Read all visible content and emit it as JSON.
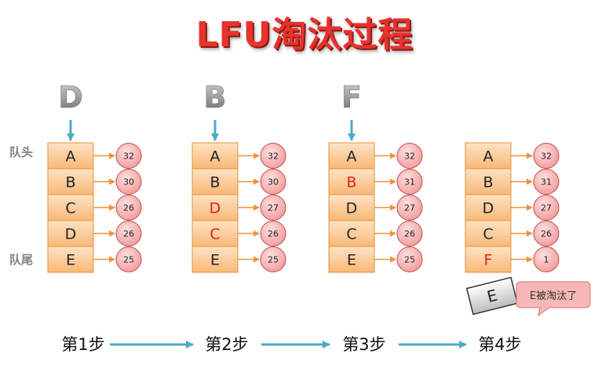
{
  "title": "LFU淘汰过程",
  "queue_head_label": "队头",
  "queue_tail_label": "队尾",
  "columns": [
    {
      "incoming": "D",
      "items": [
        {
          "key": "A",
          "count": "32",
          "highlight": false
        },
        {
          "key": "B",
          "count": "30",
          "highlight": false
        },
        {
          "key": "C",
          "count": "26",
          "highlight": false
        },
        {
          "key": "D",
          "count": "26",
          "highlight": false
        },
        {
          "key": "E",
          "count": "25",
          "highlight": false
        }
      ]
    },
    {
      "incoming": "B",
      "items": [
        {
          "key": "A",
          "count": "32",
          "highlight": false
        },
        {
          "key": "B",
          "count": "30",
          "highlight": false
        },
        {
          "key": "D",
          "count": "27",
          "highlight": true
        },
        {
          "key": "C",
          "count": "26",
          "highlight": true
        },
        {
          "key": "E",
          "count": "25",
          "highlight": false
        }
      ]
    },
    {
      "incoming": "F",
      "items": [
        {
          "key": "A",
          "count": "32",
          "highlight": false
        },
        {
          "key": "B",
          "count": "31",
          "highlight": true
        },
        {
          "key": "D",
          "count": "27",
          "highlight": false
        },
        {
          "key": "C",
          "count": "26",
          "highlight": false
        },
        {
          "key": "E",
          "count": "25",
          "highlight": false
        }
      ]
    },
    {
      "incoming": "",
      "items": [
        {
          "key": "A",
          "count": "32",
          "highlight": false
        },
        {
          "key": "B",
          "count": "31",
          "highlight": false
        },
        {
          "key": "D",
          "count": "27",
          "highlight": false
        },
        {
          "key": "C",
          "count": "26",
          "highlight": false
        },
        {
          "key": "F",
          "count": "1",
          "highlight": true
        }
      ]
    }
  ],
  "evicted_key": "E",
  "evicted_note": "E被淘汰了",
  "steps": [
    "第1步",
    "第2步",
    "第3步",
    "第4步"
  ],
  "colors": {
    "title": "#e8322c",
    "cell_fill": "#fbc78e",
    "cell_border": "#e6913a",
    "circle_fill": "#f7b3b3",
    "circle_border": "#c0504d",
    "arrow_orange": "#f0913a",
    "arrow_blue": "#4aacc5",
    "highlight_text": "#e02020",
    "incoming_letter": "#8c8c8c"
  }
}
